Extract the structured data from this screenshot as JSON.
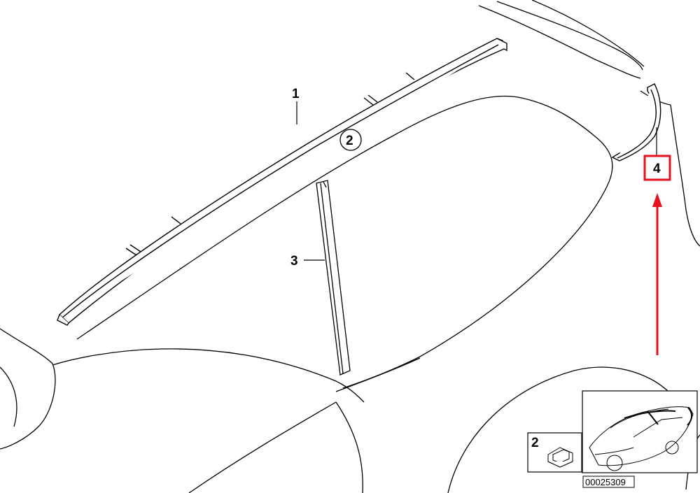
{
  "callouts": {
    "part1": "1",
    "part2": "2",
    "part3": "3",
    "part4": "4",
    "inset_part2": "2"
  },
  "highlight": {
    "target_part": "4",
    "color": "#e8101b"
  },
  "diagram_number": "00025309"
}
